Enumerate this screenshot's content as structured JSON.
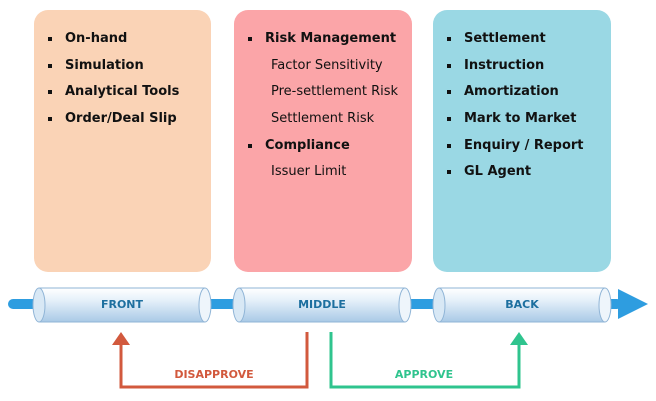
{
  "panels": {
    "front": {
      "items": [
        {
          "text": "On-hand"
        },
        {
          "text": "Simulation"
        },
        {
          "text": "Analytical Tools"
        },
        {
          "text": "Order/Deal Slip"
        }
      ]
    },
    "middle": {
      "items": [
        {
          "text": "Risk Management"
        },
        {
          "text": "Factor Sensitivity"
        },
        {
          "text": "Pre-settlement Risk"
        },
        {
          "text": "Settlement Risk"
        },
        {
          "text": "Compliance"
        },
        {
          "text": "Issuer Limit"
        }
      ]
    },
    "back": {
      "items": [
        {
          "text": "Settlement"
        },
        {
          "text": "Instruction"
        },
        {
          "text": "Amortization"
        },
        {
          "text": "Mark to Market"
        },
        {
          "text": "Enquiry / Report"
        },
        {
          "text": "GL Agent"
        }
      ]
    }
  },
  "stages": {
    "front": "FRONT",
    "middle": "MIDDLE",
    "back": "BACK"
  },
  "flows": {
    "disapprove": "DISAPPROVE",
    "approve": "APPROVE"
  },
  "colors": {
    "front_panel": "#fad3b6",
    "middle_panel": "#fba5a8",
    "back_panel": "#9ad8e4",
    "arrow_blue": "#2e9de0",
    "disapprove": "#d2593d",
    "approve": "#2fc48e"
  }
}
